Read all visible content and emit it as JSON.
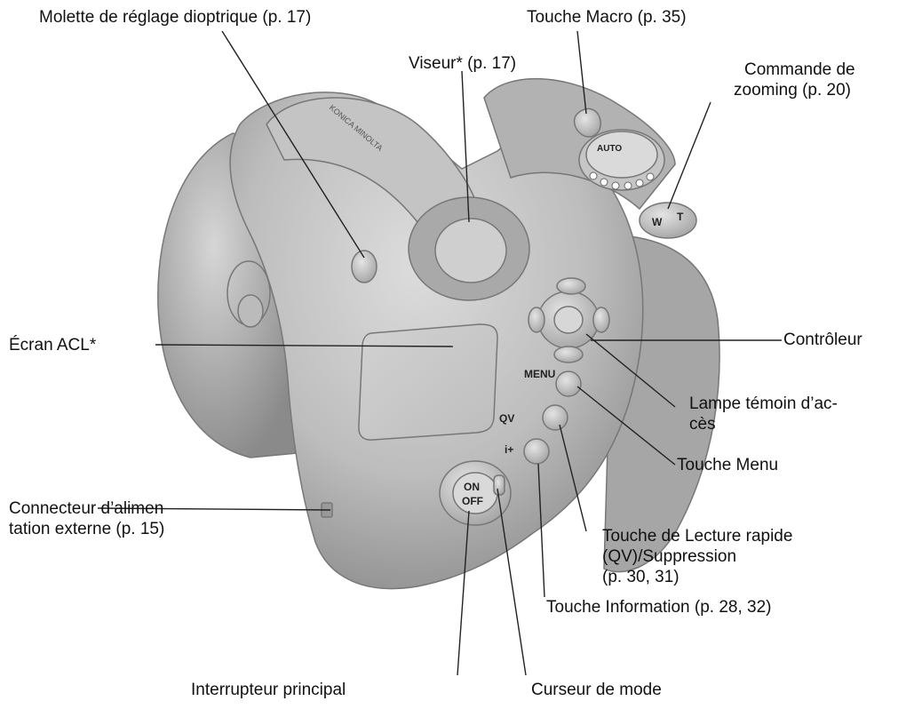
{
  "labels": {
    "diopter": "Molette de réglage dioptrique (p. 17)",
    "viewfinder": "Viseur* (p. 17)",
    "macro": "Touche Macro (p. 35)",
    "zoom_1": "Commande de",
    "zoom_2": "zooming (p. 20)",
    "controller": "Contrôleur",
    "lcd": "Écran ACL*",
    "access_lamp_1": "Lampe témoin d’ac-",
    "access_lamp_2": "cès",
    "menu_button": "Touche Menu",
    "power_connector_1": "Connecteur d’alimen",
    "power_connector_2": "tation externe (p. 15)",
    "quickview_1": "Touche de Lecture rapide",
    "quickview_2": "(QV)/Suppression",
    "quickview_3": "(p. 30, 31)",
    "info_button": "Touche Information (p. 28, 32)",
    "main_switch": "Interrupteur principal",
    "mode_switch": "Curseur de mode"
  },
  "camera_text": {
    "brand": "KONICA MINOLTA",
    "menu": "MENU",
    "qv": "QV",
    "info": "i+",
    "on": "ON",
    "off": "OFF",
    "auto": "AUTO",
    "w": "W",
    "t": "T"
  },
  "colors": {
    "background": "#ffffff",
    "body_dark": "#9a9a9a",
    "body_mid": "#b8b8b8",
    "body_light": "#d4d4d4",
    "lcd": "#c9c9c9",
    "leader_line": "#222222"
  }
}
